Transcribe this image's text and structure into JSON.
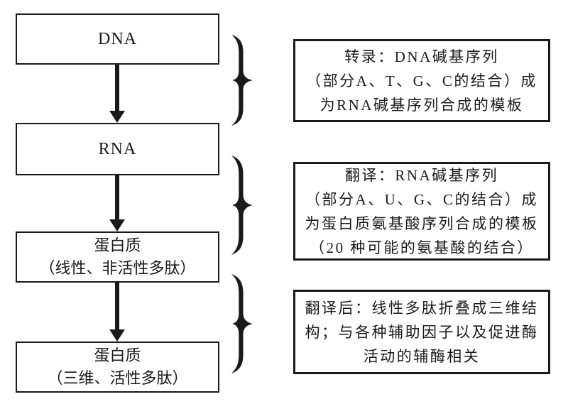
{
  "diagram": {
    "colors": {
      "ink": "#1a1a1a",
      "background": "#ffffff"
    },
    "flow_boxes": [
      {
        "label": "DNA"
      },
      {
        "label": "RNA"
      },
      {
        "label": "蛋白质",
        "sublabel": "（线性、非活性多肽）"
      },
      {
        "label": "蛋白质",
        "sublabel": "（三维、活性多肽）"
      }
    ],
    "annotations": [
      {
        "lines": [
          "转录：DNA碱基序列",
          "（部分A、T、G、C的结合）成",
          "为RNA碱基序列合成的模板"
        ]
      },
      {
        "lines": [
          "翻译：RNA碱基序列",
          "（部分A、U、G、C的结合）成",
          "为蛋白质氨基酸序列合成的模板",
          "（20 种可能的氨基酸的结合）"
        ]
      },
      {
        "lines": [
          "翻译后：线性多肽折叠成三维结",
          "构；与各种辅助因子以及促进酶",
          "活动的辅酶相关"
        ]
      }
    ]
  }
}
